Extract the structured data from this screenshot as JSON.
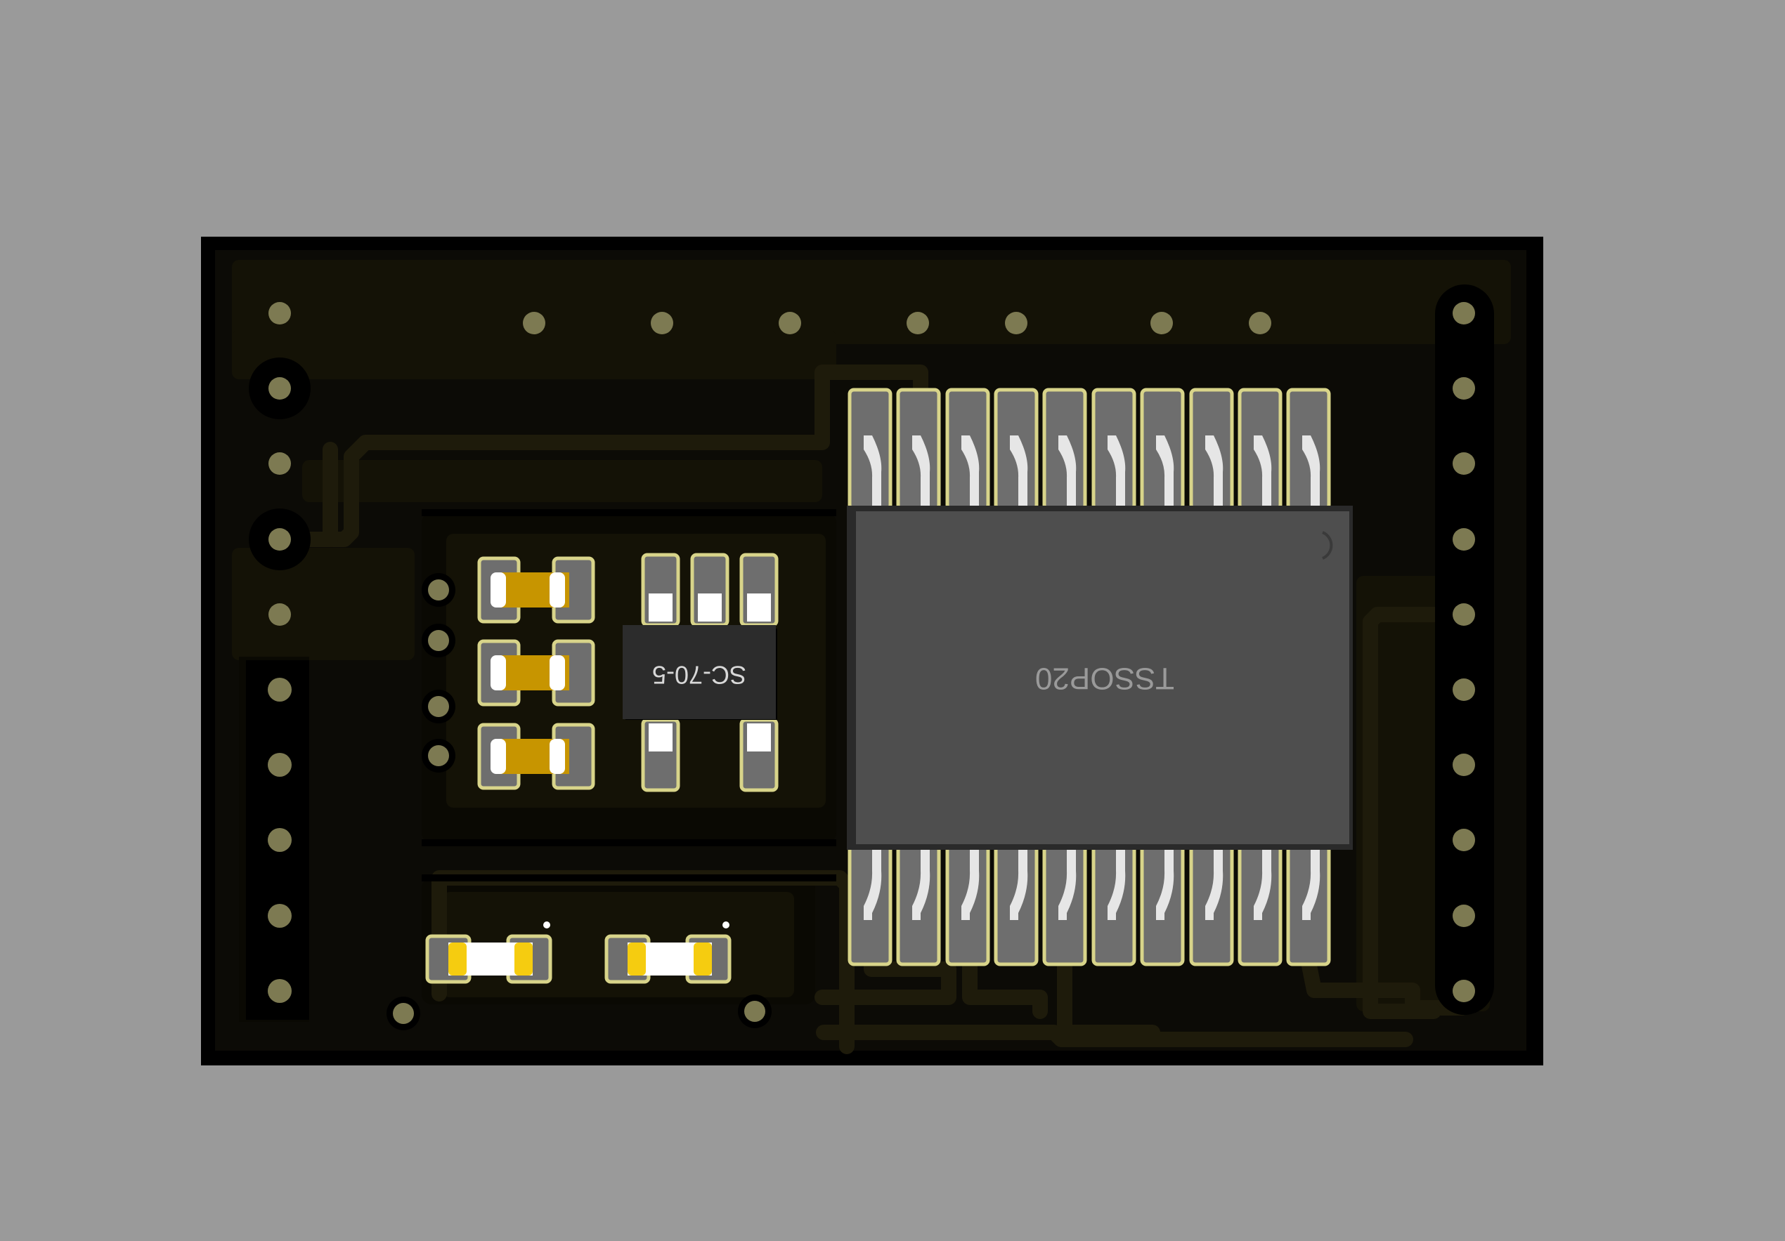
{
  "viewer": {
    "background_color": "#9a9a9a"
  },
  "board": {
    "outline_color": "#000000",
    "substrate_color": "#0c0b06",
    "copper_pour_color": "#151206",
    "trace_color": "#1d1a0a"
  },
  "components": {
    "regulator": {
      "package": "SC-70-5",
      "body_color": "#2c2c2c",
      "label_color": "#d8d8d8"
    },
    "main_ic": {
      "package": "TSSOP20",
      "body_color": "#4e4e4e",
      "label_color": "#9a9a9a"
    },
    "capacitors": {
      "count": 3,
      "body_color": "#c79500"
    },
    "leds": {
      "count": 2,
      "lens_color": "#ffffff",
      "terminal_color": "#f5cc10"
    }
  },
  "pads": {
    "smd_pad_color": "#6e6e6e",
    "smd_outline_color": "#d8d48a",
    "pin_color": "#e6e6e6",
    "via_color": "#7d7a52"
  }
}
